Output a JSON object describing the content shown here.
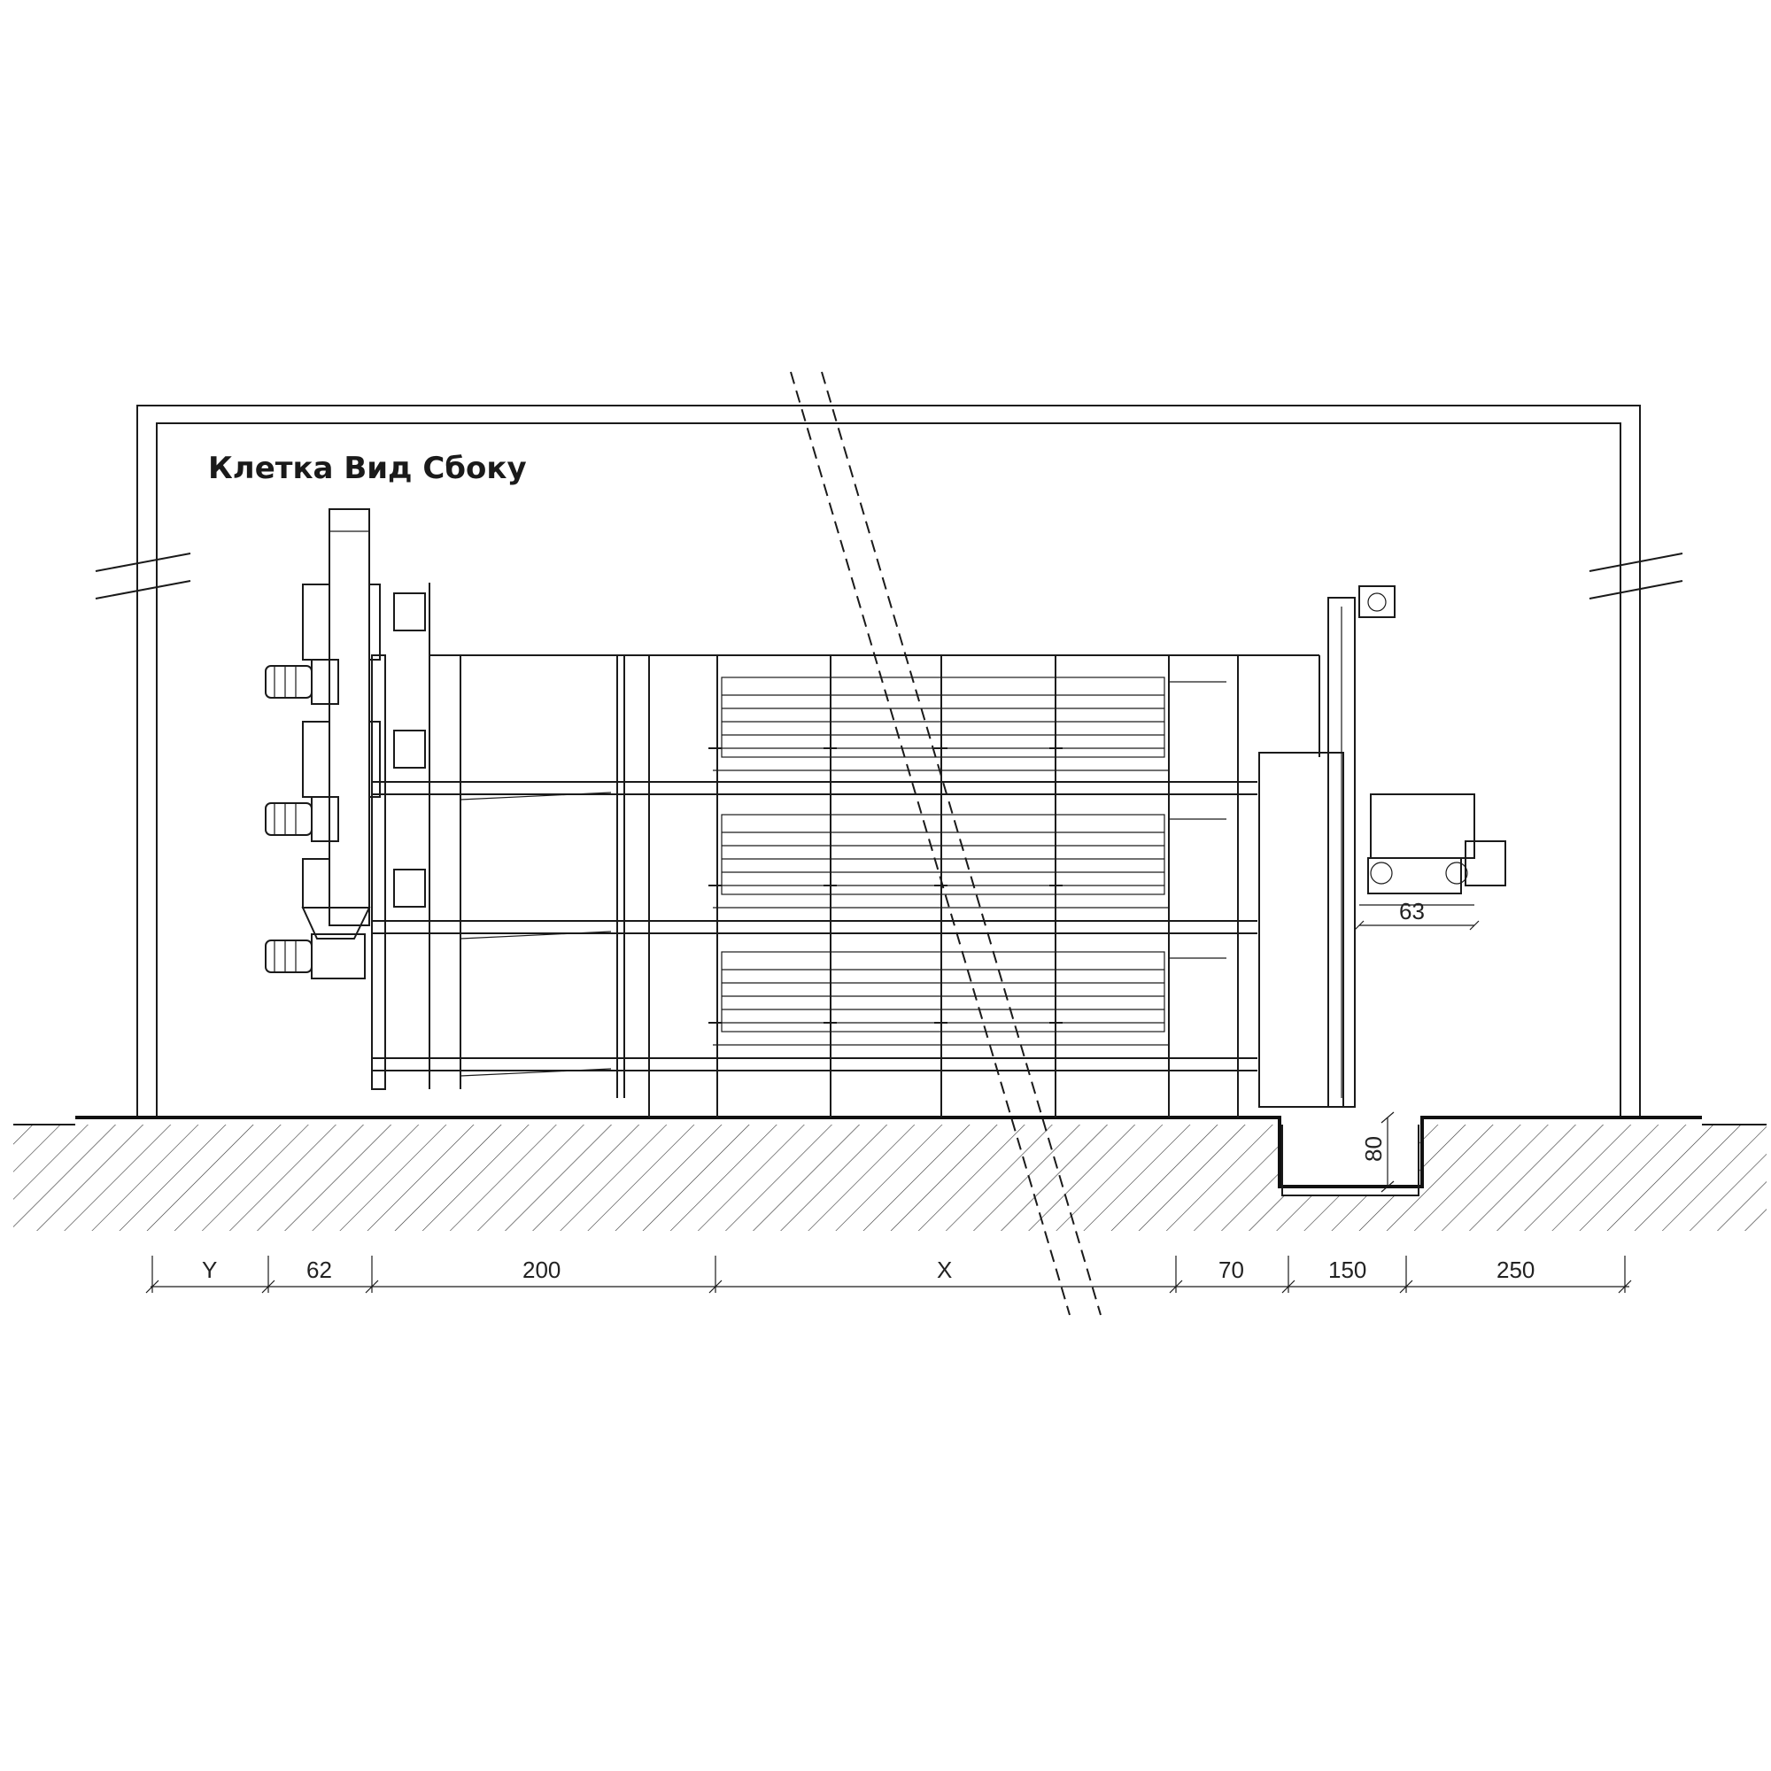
{
  "title": "Клетка Вид Сбоку",
  "dimensions": {
    "bottom": [
      "Y",
      "62",
      "200",
      "X",
      "70",
      "150",
      "250"
    ],
    "right_offset": "63",
    "pit_depth": "80"
  },
  "colors": {
    "line": "#1a1a1a",
    "background": "#ffffff"
  }
}
